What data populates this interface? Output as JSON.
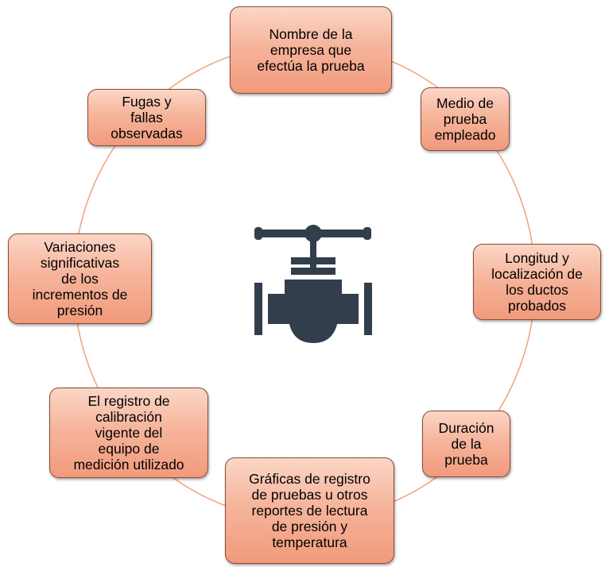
{
  "nodes": [
    {
      "id": "top",
      "lines": [
        "Nombre de la",
        "empresa que",
        "efectúa la prueba"
      ]
    },
    {
      "id": "upper_right",
      "lines": [
        "Medio de",
        "prueba",
        "empleado"
      ]
    },
    {
      "id": "right",
      "lines": [
        "Longitud y",
        "localización de",
        "los ductos",
        "probados"
      ]
    },
    {
      "id": "lower_right",
      "lines": [
        "Duración",
        "de la",
        "prueba"
      ]
    },
    {
      "id": "bottom",
      "lines": [
        "Gráficas de registro",
        "de pruebas u otros",
        "reportes de lectura",
        "de presión y",
        "temperatura"
      ]
    },
    {
      "id": "lower_left",
      "lines": [
        "El registro de",
        "calibración",
        "vigente del",
        "equipo de",
        "medición utilizado"
      ]
    },
    {
      "id": "left",
      "lines": [
        "Variaciones",
        "significativas",
        "de los",
        "incrementos de",
        "presión"
      ]
    },
    {
      "id": "upper_left",
      "lines": [
        "Fugas y",
        "fallas",
        "observadas"
      ]
    }
  ],
  "colors": {
    "node_fill_top": "#fbd6c6",
    "node_fill_bottom": "#f19a7c",
    "node_border": "#8a4a35",
    "ring": "#f0a27c",
    "icon": "#323e4c"
  },
  "center_icon": "valve-icon"
}
